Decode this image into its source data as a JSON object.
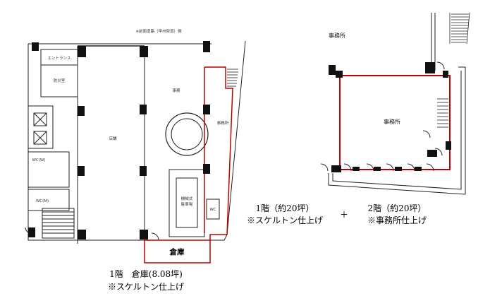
{
  "colors": {
    "outline": "#222222",
    "highlight": "#c00000",
    "column": "#111111"
  },
  "floor1": {
    "note_top": "※前面道路（甲州街道）側",
    "entrance": "エントランス",
    "disaster_room": "防災室",
    "store": "店舗",
    "office": "事務",
    "office_side": "事務所",
    "wc_w": "WC(W)",
    "wc_m": "WC(M)",
    "wc_small": "WC",
    "parking": "機械式\n駐車場",
    "warehouse": "倉庫",
    "caption_line1": "1階　倉庫(8.08坪)",
    "caption_line2": "※スケルトン仕上げ"
  },
  "floor2": {
    "title": "事務所",
    "room": "事務所"
  },
  "middle": {
    "left_line1": "1階（約20坪）",
    "left_line2": "※スケルトン仕上げ",
    "plus": "＋",
    "right_line1": "2階（約20坪）",
    "right_line2": "※事務所仕上げ"
  }
}
